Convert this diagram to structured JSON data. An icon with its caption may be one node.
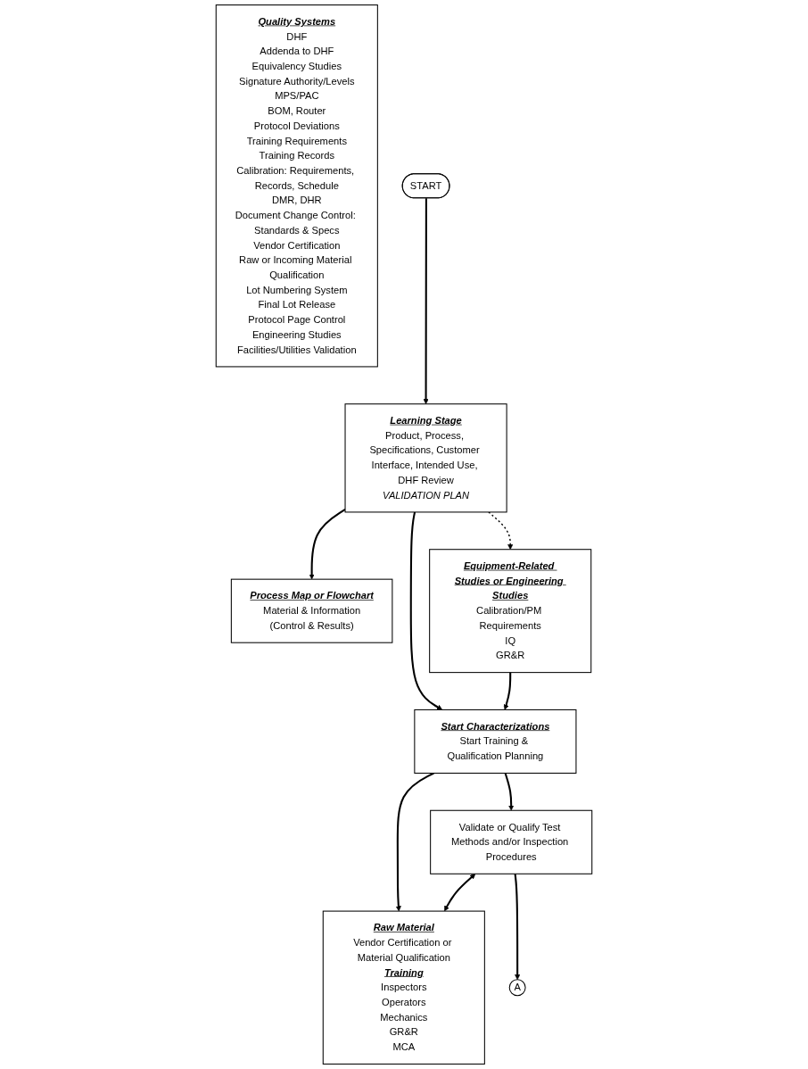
{
  "diagram": {
    "nodes": [
      {
        "text": [
          "Quality Systems",
          "DHF",
          "Addenda to DHF",
          "Equivalency Studies",
          "Signature Authority/Levels",
          "MPS/PAC",
          "BOM, Router",
          "Protocol Deviations",
          "Training Requirements",
          "Training Records",
          "Calibration: Requirements, Records, Schedule",
          "DMR, DHR",
          "Document Change Control: Standards & Specs",
          "Vendor Certification",
          "Raw or Incoming Material Qualification",
          "Lot Numbering System",
          "Final Lot Release",
          "Protocol Page Control",
          "Engineering Studies",
          "Facilities/Utilities Validation"
        ]
      },
      {
        "text": [
          "START"
        ]
      },
      {
        "text": [
          "Learning Stage",
          "Product, Process, Specifications, Customer Interface, Intended Use, DHF Review",
          "VALIDATION PLAN"
        ]
      },
      {
        "text": [
          "Process Map or Flowchart",
          "Material & Information",
          "(Control & Results)"
        ]
      },
      {
        "text": [
          "Equipment-Related Studies or Engineering Studies",
          "Calibration/PM Requirements",
          "IQ",
          "GR&R"
        ]
      },
      {
        "text": [
          "Start Characterizations",
          "Start Training & Qualification Planning"
        ]
      },
      {
        "text": [
          "Validate or Qualify Test Methods and/or Inspection Procedures"
        ]
      },
      {
        "text": [
          "Raw Material",
          "Vendor Certification or Material Qualification",
          "Training",
          "Inspectors",
          "Operators",
          "Mechanics",
          "GR&R",
          "MCA"
        ]
      },
      {
        "text": [
          "A"
        ]
      }
    ],
    "edges": [
      {
        "from": 1,
        "to": 2,
        "arrow": "to"
      },
      {
        "from": 2,
        "to": 3,
        "arrow": "to"
      },
      {
        "from": 2,
        "to": 4,
        "arrow": "to",
        "style": "dashed"
      },
      {
        "from": 2,
        "to": 5,
        "arrow": "to"
      },
      {
        "from": 4,
        "to": 5,
        "arrow": "to"
      },
      {
        "from": 5,
        "to": 6,
        "arrow": "to"
      },
      {
        "from": 5,
        "to": 7,
        "arrow": "to"
      },
      {
        "from": 6,
        "to": 7,
        "arrow": "both"
      },
      {
        "from": 6,
        "to": 8,
        "arrow": "to"
      }
    ]
  }
}
